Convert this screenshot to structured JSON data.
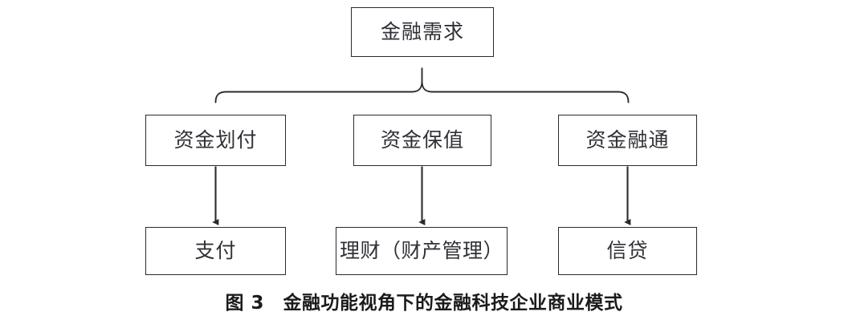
{
  "figure": {
    "caption_prefix": "图 3",
    "caption_gap": "　",
    "caption_text": "金融功能视角下的金融科技企业商业模式",
    "caption_full": "图 3　金融功能视角下的金融科技企业商业模式",
    "background_color": "#ffffff",
    "line_color": "#2b2b2b",
    "text_color": "#2f3136",
    "caption_color": "#1b1b1b"
  },
  "nodes": {
    "root": {
      "label": "金融需求",
      "level": "root"
    },
    "functions": [
      {
        "label": "资金划付"
      },
      {
        "label": "资金保值"
      },
      {
        "label": "资金融通"
      }
    ],
    "services": [
      {
        "label": "支付"
      },
      {
        "label": "理财（财产管理）"
      },
      {
        "label": "信贷"
      }
    ]
  },
  "connectors": {
    "brace_label": "one-to-many-brace",
    "arrow_labels": [
      "arrow-zijin-huafu-to-zhifu",
      "arrow-zijin-baozhi-to-licai",
      "arrow-zijin-rongtong-to-xindai"
    ]
  }
}
